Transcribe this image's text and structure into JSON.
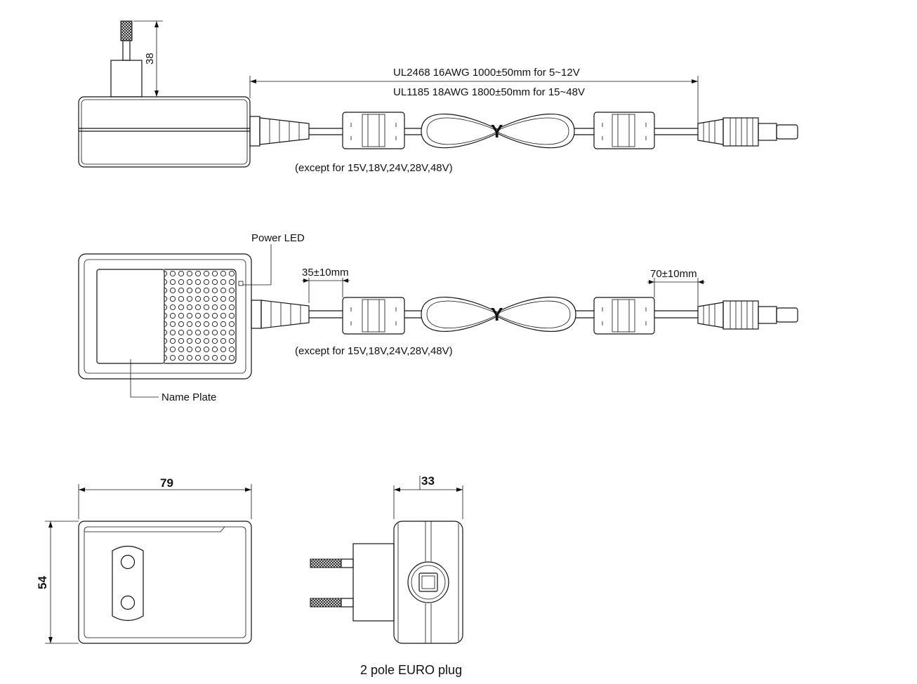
{
  "top_view": {
    "pin_length": "38",
    "cable_spec_line1": "UL2468 16AWG 1000±50mm for 5~12V",
    "cable_spec_line2": "UL1185 18AWG 1800±50mm for 15~48V",
    "except_note": "(except for 15V,18V,24V,28V,48V)",
    "y_marker": "Y"
  },
  "side_view": {
    "power_led_label": "Power LED",
    "name_plate_label": "Name Plate",
    "left_strip_length": "35±10mm",
    "right_strip_length": "70±10mm",
    "except_note": "(except for 15V,18V,24V,28V,48V)",
    "y_marker": "Y"
  },
  "front_view": {
    "width": "79",
    "height": "54"
  },
  "plug_view": {
    "depth": "33",
    "caption": "2 pole EURO plug"
  }
}
